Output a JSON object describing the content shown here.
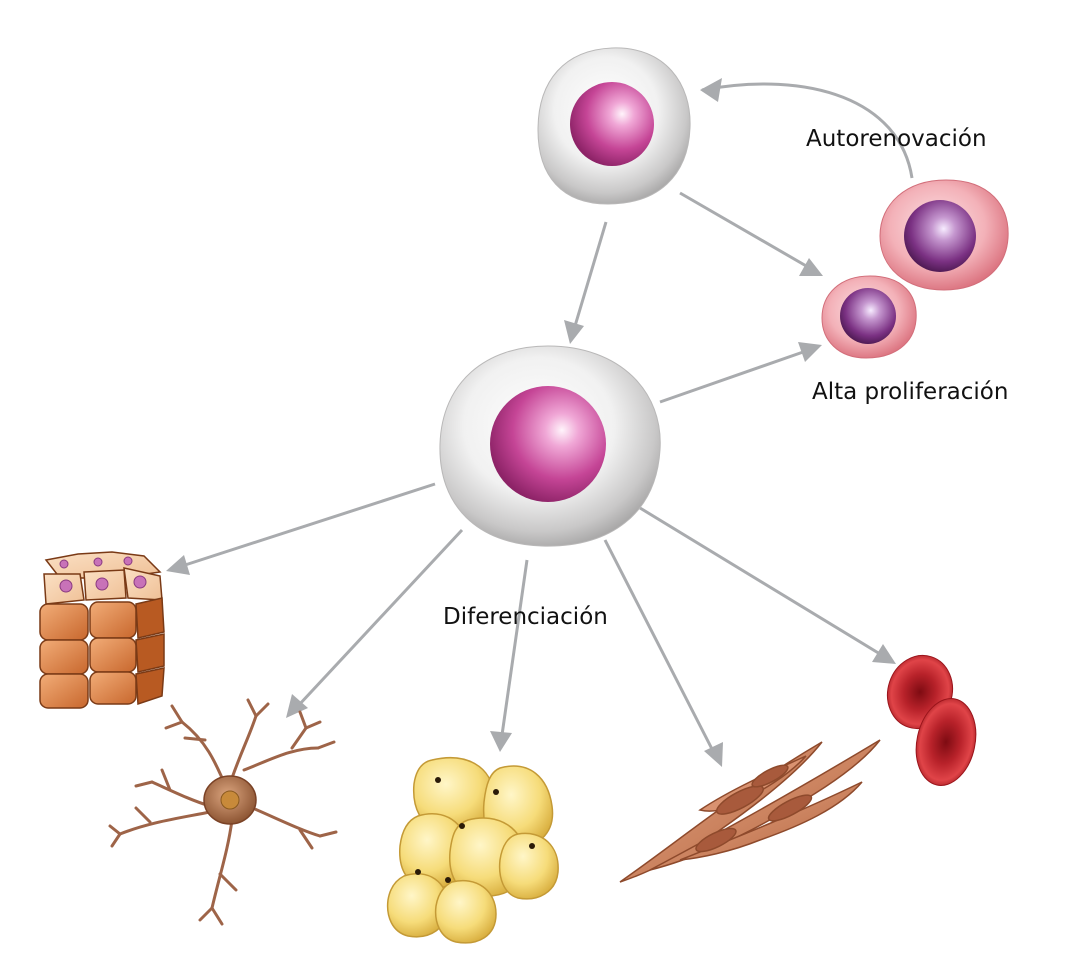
{
  "labels": {
    "self_renewal": "Autorenovación",
    "high_proliferation": "Alta proliferación",
    "differentiation": "Diferenciación"
  },
  "colors": {
    "arrow": "#a9abae",
    "stem_cytoplasm": "#c9c8c8",
    "stem_nucleus": "#b0307e",
    "prolif_cytoplasm": "#e3868f",
    "prolif_nucleus": "#5a1d5e",
    "epithelial": "#d9844a",
    "neuron": "#9e6448",
    "adipocyte": "#f3d46a",
    "muscle": "#c97b5a",
    "red_blood_cell": "#c4232a"
  }
}
